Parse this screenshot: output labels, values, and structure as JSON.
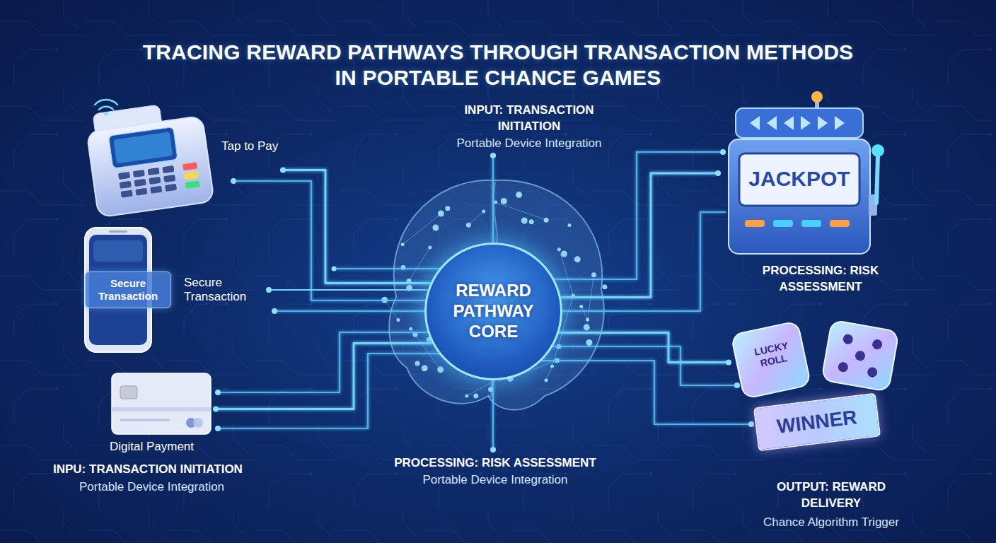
{
  "diagram": {
    "title": "TRACING REWARD PATHWAYS THROUGH TRANSACTION METHODS IN PORTABLE CHANCE GAMES",
    "nodes": [
      {
        "text": [
          "Tap to Pay"
        ]
      },
      {
        "text": [
          "Secure Transaction"
        ]
      },
      {
        "text": [
          "Secure Transaction"
        ],
        "in": 1
      },
      {
        "text": [
          "Digital Payment"
        ]
      },
      {
        "text": [
          "REWARD PATHWAY CORE"
        ]
      },
      {
        "text": [
          "JACKPOT"
        ]
      },
      {
        "text": [
          "LUCKY ROLL"
        ]
      },
      {
        "text": [
          "WINNER"
        ]
      }
    ],
    "edges": [
      {
        "from": 0,
        "to": 4,
        "arrow": "none"
      },
      {
        "from": 1,
        "to": 4,
        "arrow": "none"
      },
      {
        "from": 3,
        "to": 4,
        "arrow": "none"
      },
      {
        "from": 4,
        "to": 5,
        "arrow": "none"
      },
      {
        "from": 4,
        "to": 6,
        "arrow": "none"
      }
    ],
    "labels": [
      "INPUT: TRANSACTION INITIATION",
      "Portable Device Integration",
      "PROCESSING: RISK ASSESSMENT",
      "INPU: TRANSACTION INITIATION",
      "Portable Device Integration",
      "PROCESSING: RISK ASSESSMENT",
      "Portable Device Integration",
      "OUTPUT: REWARD DELIVERY",
      "Chance Algorithm Trigger"
    ]
  }
}
